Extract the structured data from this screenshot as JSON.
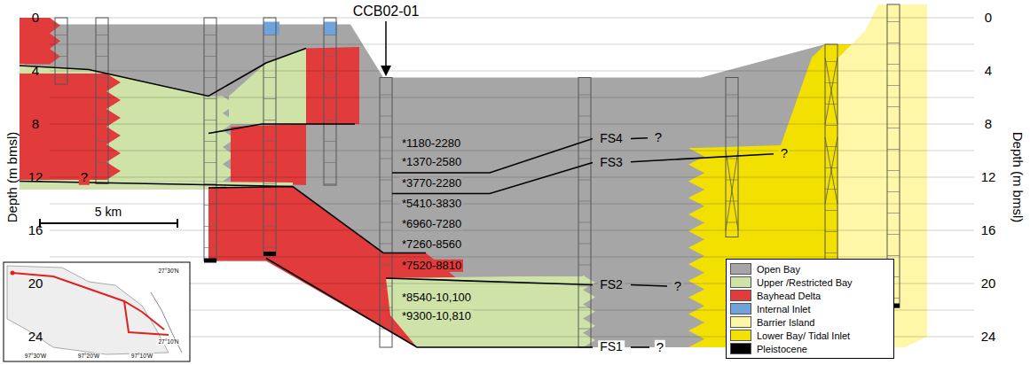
{
  "diagram": {
    "labels": [
      "CCB02-01",
      "0",
      "4",
      "8",
      "12",
      "16",
      "20",
      "24",
      "Depth (m bmsl)",
      "0",
      "4",
      "8",
      "12",
      "16",
      "20",
      "24",
      "Depth (m bmsl)",
      "*1180-2280",
      "*1370-2580",
      "*3770-2280",
      "*5410-3830",
      "*6960-7280",
      "*7260-8560",
      "*7520-8810",
      "*8540-10,100",
      "*9300-10,810",
      "FS4",
      "?",
      "FS3",
      "?",
      "FS2",
      "?",
      "FS1",
      "?",
      "?",
      "5 km",
      "27°30'N",
      "27°10'N",
      "97°30'W",
      "97°20'W",
      "97°10'W"
    ],
    "legend": [
      {
        "text": "Open Bay",
        "color": "#a6a6a6"
      },
      {
        "text": "Upper /Restricted Bay",
        "color": "#cfe3a8"
      },
      {
        "text": "Bayhead Delta",
        "color": "#e23b3b"
      },
      {
        "text": "Internal Inlet",
        "color": "#6fa3d9"
      },
      {
        "text": "Barrier Island",
        "color": "#fff7a8"
      },
      {
        "text": "Lower Bay/ Tidal Inlet",
        "color": "#f2e000"
      },
      {
        "text": "Pleistocene",
        "color": "#000000"
      }
    ]
  }
}
